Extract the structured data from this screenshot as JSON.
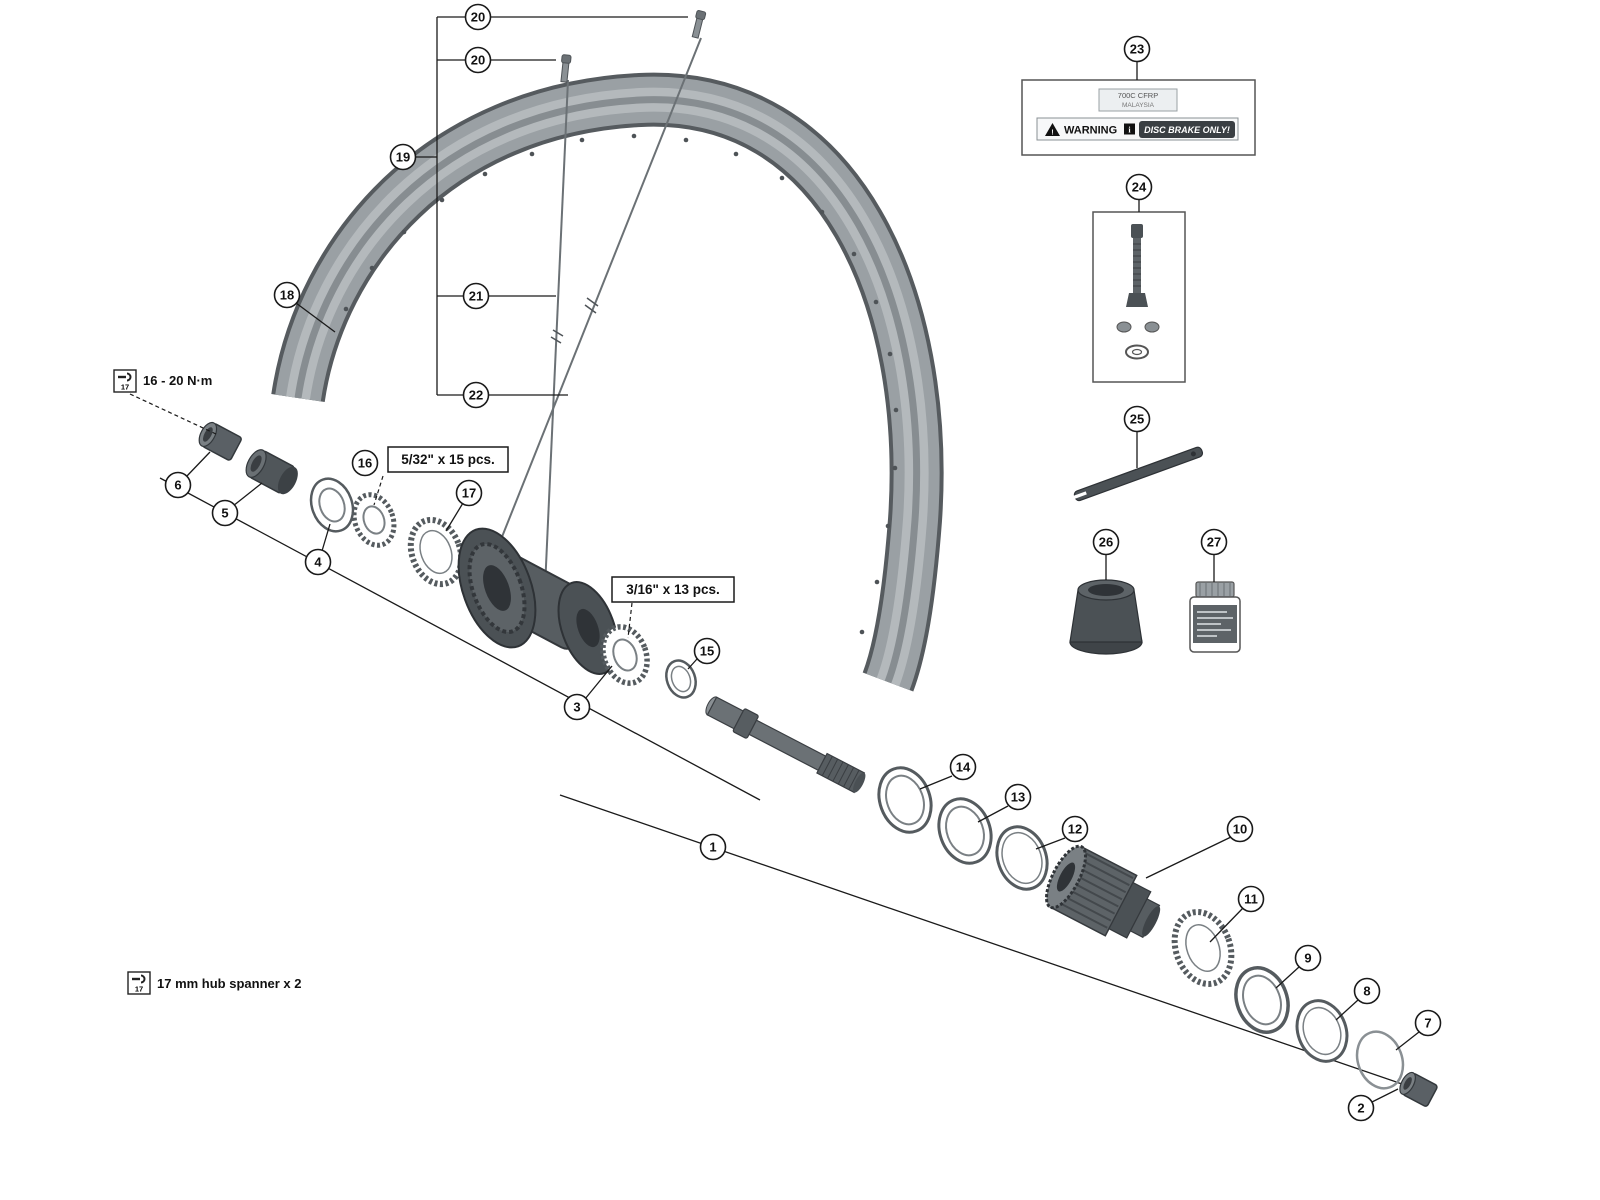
{
  "callouts": {
    "c1": "1",
    "c2": "2",
    "c3": "3",
    "c4": "4",
    "c5": "5",
    "c6": "6",
    "c7": "7",
    "c8": "8",
    "c9": "9",
    "c10": "10",
    "c11": "11",
    "c12": "12",
    "c13": "13",
    "c14": "14",
    "c15": "15",
    "c16": "16",
    "c17": "17",
    "c18": "18",
    "c19": "19",
    "c20a": "20",
    "c20b": "20",
    "c21": "21",
    "c22": "22",
    "c23": "23",
    "c24": "24",
    "c25": "25",
    "c26": "26",
    "c27": "27"
  },
  "labels": {
    "spoke_front": "5/32\" x 15 pcs.",
    "spoke_rear": "3/16\" x 13 pcs.",
    "torque": "16 - 20 N·m",
    "hub_spanner": "17 mm hub spanner x 2",
    "wrench_size": "17"
  },
  "stickers": {
    "rim_label_line1": "700C CFRP",
    "rim_label_line2": "MALAYSIA",
    "warning_word": "WARNING",
    "warning_exclaim": "!",
    "info_i": "i",
    "disc_brake": "DISC BRAKE ONLY!"
  },
  "colors": {
    "line": "#1a1a1a",
    "rim_main": "#9aa0a4",
    "rim_dark": "#565b5f",
    "metal_dark": "#4b5155",
    "metal_mid": "#5d6367",
    "metal_light": "#8a9094"
  }
}
